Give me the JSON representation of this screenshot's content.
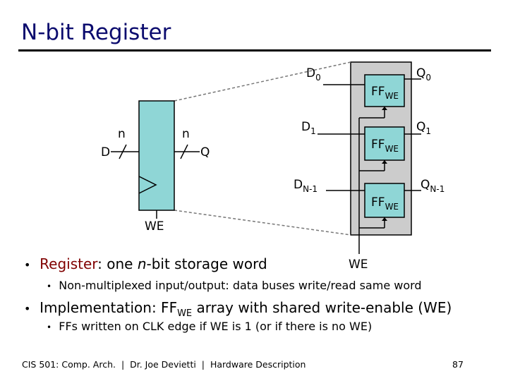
{
  "slide": {
    "title": "N-bit Register",
    "page_number": "87"
  },
  "diagram": {
    "register": {
      "input_label": "D",
      "output_label": "Q",
      "input_width": "n",
      "output_width": "n",
      "enable_label": "WE"
    },
    "array": {
      "enable_label": "WE",
      "flipflops": [
        {
          "ff_name": "FF",
          "ff_sub": "WE",
          "d_main": "D",
          "d_sub": "0",
          "q_main": "Q",
          "q_sub": "0"
        },
        {
          "ff_name": "FF",
          "ff_sub": "WE",
          "d_main": "D",
          "d_sub": "1",
          "q_main": "Q",
          "q_sub": "1"
        },
        {
          "ff_name": "FF",
          "ff_sub": "WE",
          "d_main": "D",
          "d_sub": "N-1",
          "q_main": "Q",
          "q_sub": "N-1"
        }
      ]
    }
  },
  "bullets": {
    "b1": {
      "keyword": "Register",
      "text_a": ": one ",
      "italic": "n",
      "text_b": "-bit storage word"
    },
    "b1_sub": "Non-multiplexed input/output: data buses write/read same word",
    "b2": {
      "text_a": "Implementation: FF",
      "sub": "WE",
      "text_b": " array with shared write-enable (WE)"
    },
    "b2_sub": "FFs written on CLK edge if WE is 1 (or if there is no WE)"
  },
  "footer": {
    "course": "CIS 501: Comp. Arch.",
    "author": "Dr. Joe Devietti",
    "topic": "Hardware Description",
    "separator": "|"
  },
  "colors": {
    "title": "#0b0b6e",
    "register_fill": "#8fd6d6",
    "ff_fill": "#8fd6d6",
    "array_box_fill": "#cccccc",
    "keyword": "#800000"
  }
}
